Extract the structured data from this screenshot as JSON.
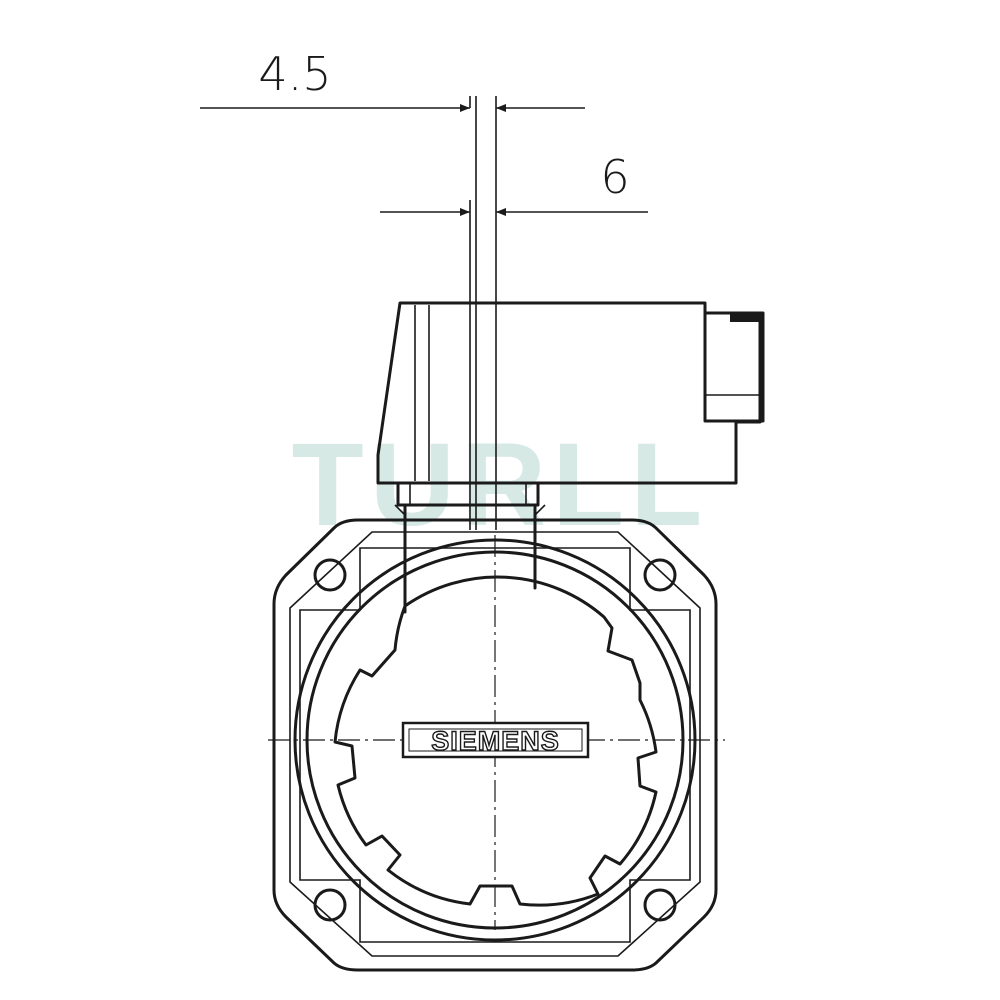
{
  "dimensions": {
    "left_offset": "4.5",
    "right_offset": "6"
  },
  "device": {
    "label": "SIEMENS"
  },
  "watermark": {
    "text": "TURLL"
  },
  "colors": {
    "ink": "#1a1a1a",
    "watermark": "#cfe6e1",
    "background": "#ffffff"
  }
}
